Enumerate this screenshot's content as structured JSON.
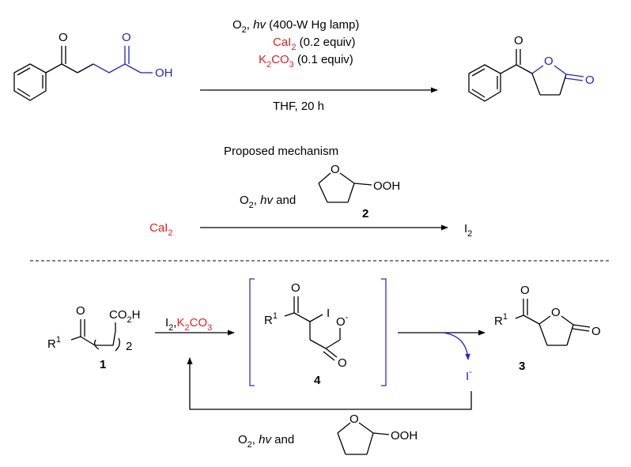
{
  "reaction1": {
    "conditions": {
      "line1_o2": "O",
      "line1_o2_sub": "2",
      "line1_hv": "hv",
      "line1_rest": "(400-W Hg lamp)",
      "line2_reagent": "CaI",
      "line2_reagent_sub": "2",
      "line2_equiv": "(0.2 equiv)",
      "line3_k": "K",
      "line3_k_sub": "2",
      "line3_co": "CO",
      "line3_co_sub": "3",
      "line3_equiv": "(0.1 equiv)",
      "below": "THF, 20 h"
    },
    "substrate_labels": {
      "o": "O",
      "oh": "OH"
    },
    "product_labels": {
      "o_ketone": "O",
      "o_ring": "O",
      "o_carbonyl": "O"
    }
  },
  "mechanism": {
    "heading": "Proposed mechanism",
    "step1": {
      "left": "CaI",
      "left_sub": "2",
      "above_o2": "O",
      "above_o2_sub": "2",
      "above_hv": "hv",
      "above_and": "and",
      "peroxide_o": "O",
      "peroxide_ooh": "OOH",
      "compound_number": "2",
      "right": "I",
      "right_sub": "2"
    },
    "compound1": {
      "o": "O",
      "co2h": "CO",
      "co2h_sub": "2",
      "co2h_h": "H",
      "r": "R",
      "r_sup": "1",
      "n_sub": "2",
      "number": "1"
    },
    "arrow1_label": {
      "i": "I",
      "i_sub": "2",
      "comma": ",",
      "k": "K",
      "k_sub": "2",
      "co": "CO",
      "co_sub": "3"
    },
    "intermediate4": {
      "o": "O",
      "i": "I",
      "r": "R",
      "r_sup": "1",
      "o_minus": "O",
      "o_minus_charge": "-",
      "o_carbonyl": "O",
      "number": "4"
    },
    "iodide": {
      "i": "I",
      "charge": "-"
    },
    "product3": {
      "o_ketone": "O",
      "r": "R",
      "r_sup": "1",
      "o_ring": "O",
      "o_carbonyl": "O",
      "number": "3"
    },
    "regeneration": {
      "o2": "O",
      "o2_sub": "2",
      "hv": "hv",
      "and": "and",
      "peroxide_o": "O",
      "peroxide_ooh": "OOH"
    }
  },
  "colors": {
    "red": "#e41e1e",
    "blue": "#1f1fd6",
    "bracket": "#2d2dd2"
  }
}
